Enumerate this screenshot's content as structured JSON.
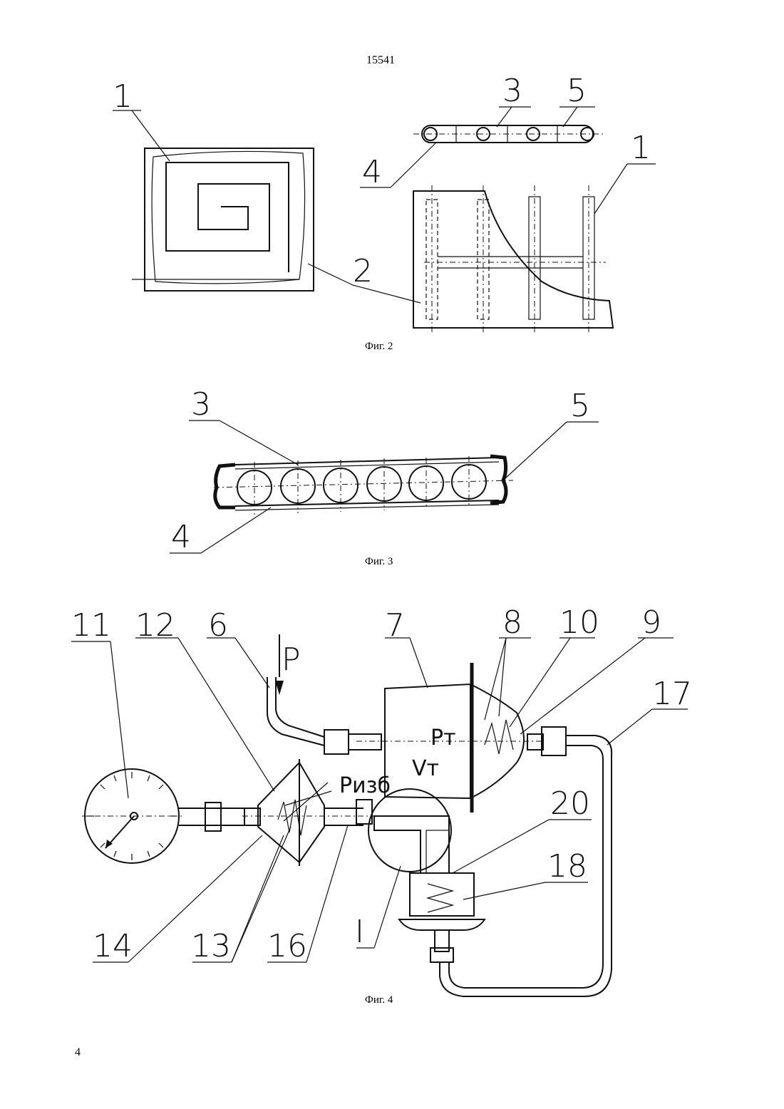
{
  "page": {
    "number_top": "15541",
    "number_bottom": "4"
  },
  "figures": {
    "fig2": {
      "caption": "Фиг. 2",
      "labels": [
        "1",
        "3",
        "5",
        "4",
        "1",
        "2"
      ]
    },
    "fig3": {
      "caption": "Фиг. 3",
      "labels": [
        "3",
        "5",
        "4"
      ]
    },
    "fig4": {
      "caption": "Фиг. 4",
      "labels": [
        "11",
        "12",
        "6",
        "P",
        "7",
        "8",
        "10",
        "9",
        "17",
        "Pт",
        "Vт",
        "Pизб",
        "20",
        "18",
        "I",
        "14",
        "13",
        "16"
      ]
    }
  }
}
